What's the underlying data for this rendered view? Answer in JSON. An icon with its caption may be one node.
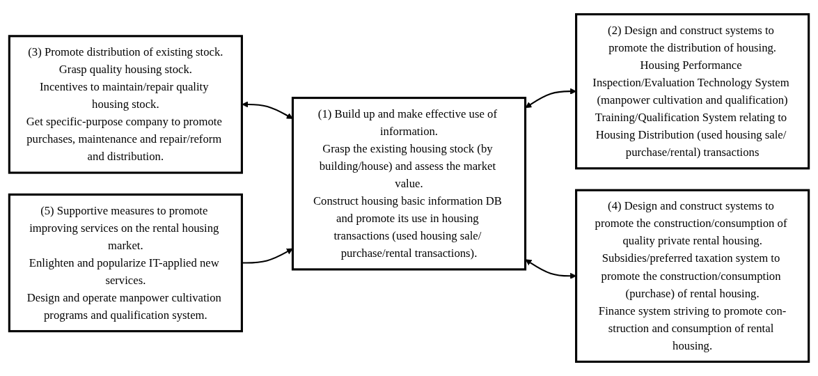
{
  "diagram": {
    "nodes": [
      {
        "text": [
          "(3) Promote distribution of existing stock.",
          "Grasp quality housing stock.",
          "Incentives to maintain/repair quality housing stock.",
          "Get specific-purpose company to promote purchases, maintenance and repair/reform and distribution."
        ]
      },
      {
        "text": [
          "(1) Build up and make effective use of information.",
          "Grasp the existing housing stock (by building/house) and assess the market value.",
          "Construct housing basic information DB and promote its use in housing transactions (used housing sale/ purchase/rental transactions)."
        ]
      },
      {
        "text": [
          "(2) Design and construct systems to promote the distribution of housing.",
          "Housing Performance Inspection/Evaluation Technology System (manpower cultivation and qualification)",
          "Training/Qualification System relating to Housing Distribution (used housing sale/ purchase/rental) transactions"
        ]
      },
      {
        "text": [
          "(5) Supportive measures to promote improving services on the rental housing market.",
          "Enlighten and popularize IT-applied new services.",
          "Design and operate manpower cultivation programs and qualification system."
        ]
      },
      {
        "text": [
          "(4) Design and construct systems to promote the construction/consumption of quality private rental housing.",
          "Subsidies/preferred taxation system to promote the construction/consumption (purchase) of rental housing.",
          "Finance system striving to promote con-struction and consumption of rental housing."
        ]
      }
    ],
    "edges": [
      {
        "from": 0,
        "to": 1,
        "arrow": "both"
      },
      {
        "from": 1,
        "to": 2,
        "arrow": "both"
      },
      {
        "from": 3,
        "to": 1,
        "arrow": "to"
      },
      {
        "from": 1,
        "to": 4,
        "arrow": "both"
      }
    ]
  }
}
